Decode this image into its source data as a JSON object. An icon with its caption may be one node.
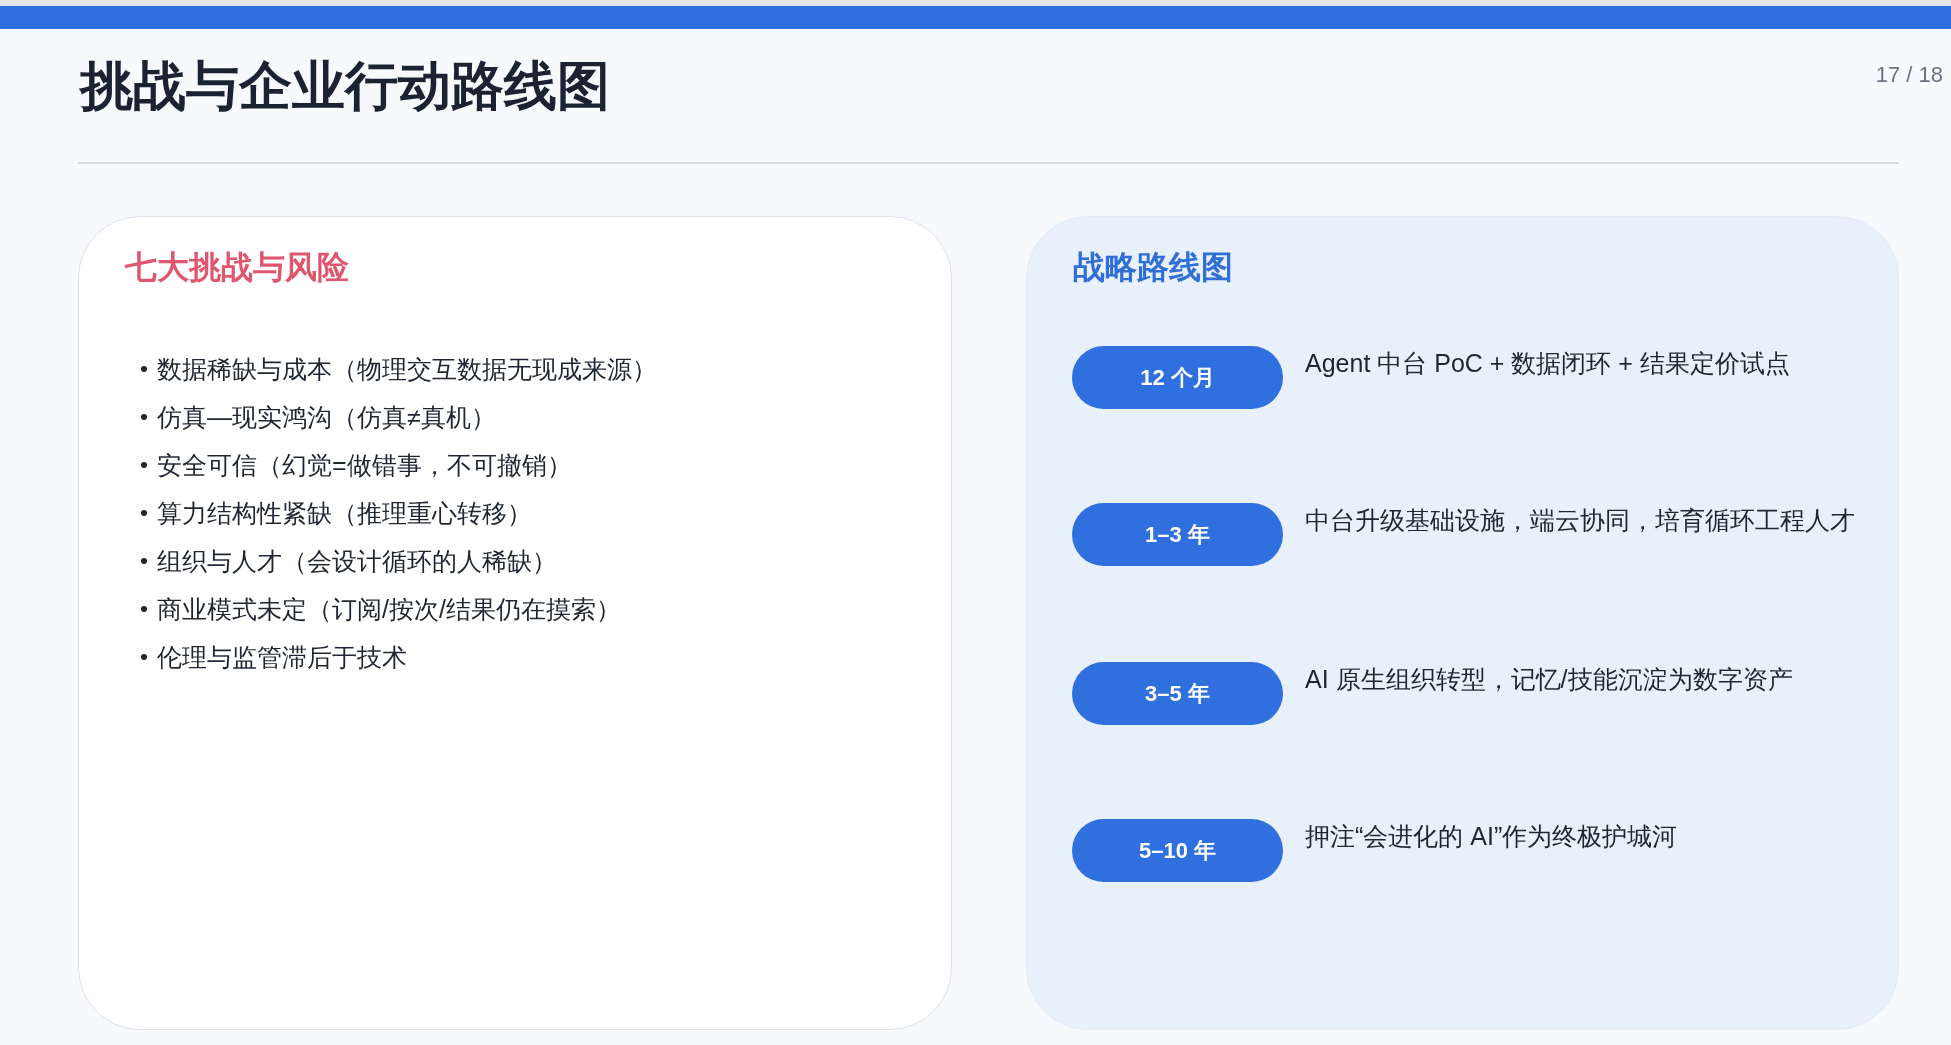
{
  "diagram": {
    "title": "挑战与企业行动路线图",
    "nodes": [
      {
        "text": [
          "七大挑战与风险",
          "数据稀缺与成本（物理交互数据无现成来源）",
          "仿真—现实鸿沟（仿真≠真机）",
          "安全可信（幻觉=做错事，不可撤销）",
          "算力结构性紧缺（推理重心转移）",
          "组织与人才（会设计循环的人稀缺）",
          "商业模式未定（订阅/按次/结果仍在摸索）",
          "伦理与监管滞后于技术"
        ]
      },
      {
        "text": [
          "战略路线图"
        ]
      },
      {
        "text": [
          "12 个月"
        ],
        "in": 1,
        "beside": [
          "Agent 中台 PoC + 数据闭环 + 结果定价试点"
        ]
      },
      {
        "text": [
          "1–3 年"
        ],
        "in": 1,
        "beside": [
          "中台升级基础设施，端云协同，培育循环工程人才"
        ]
      },
      {
        "text": [
          "3–5 年"
        ],
        "in": 1,
        "beside": [
          "AI 原生组织转型，记忆/技能沉淀为数字资产"
        ]
      },
      {
        "text": [
          "5–10 年"
        ],
        "in": 1,
        "beside": [
          "押注“会进化的 AI”作为终极护城河"
        ]
      }
    ],
    "labels": [
      "17 / 18"
    ]
  }
}
